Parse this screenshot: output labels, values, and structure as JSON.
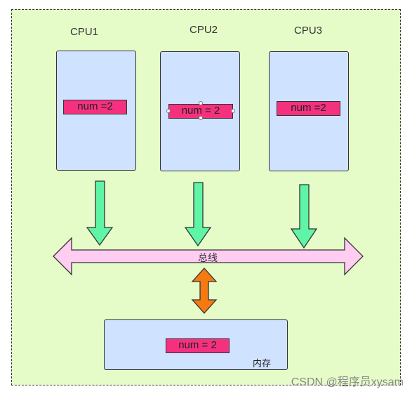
{
  "cpus": [
    {
      "label": "CPU1",
      "value": "num =2"
    },
    {
      "label": "CPU2",
      "value": "num = 2"
    },
    {
      "label": "CPU3",
      "value": "num =2"
    }
  ],
  "bus": {
    "label": "总线"
  },
  "memory": {
    "label": "内存",
    "value": "num = 2"
  },
  "watermark": "CSDN @程序员xysam",
  "colors": {
    "background": "#e6fcc8",
    "box": "#cfe2ff",
    "value_tag": "#f5317f",
    "down_arrow": "#5ff5a6",
    "bus_arrow": "#ffccf2",
    "memory_arrow": "#f57a12"
  }
}
